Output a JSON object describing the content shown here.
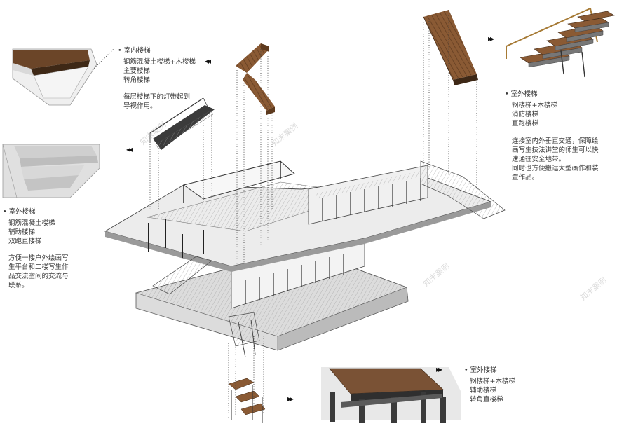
{
  "callouts": {
    "indoor": {
      "title": "室内楼梯",
      "items": [
        "钢筋混凝土楼梯+木楼梯",
        "主要楼梯",
        "转角楼梯"
      ],
      "note": [
        "每层楼梯下的灯带起到",
        "导视作用。"
      ]
    },
    "outdoor_left": {
      "title": "室外楼梯",
      "items": [
        "钢筋混凝土楼梯",
        "辅助楼梯",
        "双跑直楼梯"
      ],
      "note": [
        "方便一楼户外绘画写",
        "生平台和二楼写生作",
        "品交流空间的交流与",
        "联系。"
      ]
    },
    "outdoor_right": {
      "title": "室外楼梯",
      "items": [
        "钢楼梯+木楼梯",
        "消防楼梯",
        "直跑楼梯"
      ],
      "note": [
        "连接室内外垂直交通，保障绘",
        "画写生技法讲堂的师生可以快",
        "速通往安全地带。",
        "同时也方便搬运大型画作和装",
        "置作品。"
      ]
    },
    "outdoor_bottom": {
      "title": "室外楼梯",
      "items": [
        "钢楼梯+木楼梯",
        "辅助楼梯",
        "转角直楼梯"
      ]
    }
  },
  "arrows": [
    "▸▸",
    "◂◂",
    "◂◂",
    "▸▸",
    "▸▸"
  ],
  "watermark": "知末案例",
  "colors": {
    "wood": "#8a5a34",
    "wood_dark": "#5e3a1e",
    "line": "#333333",
    "concrete": "#c9c9c9"
  }
}
